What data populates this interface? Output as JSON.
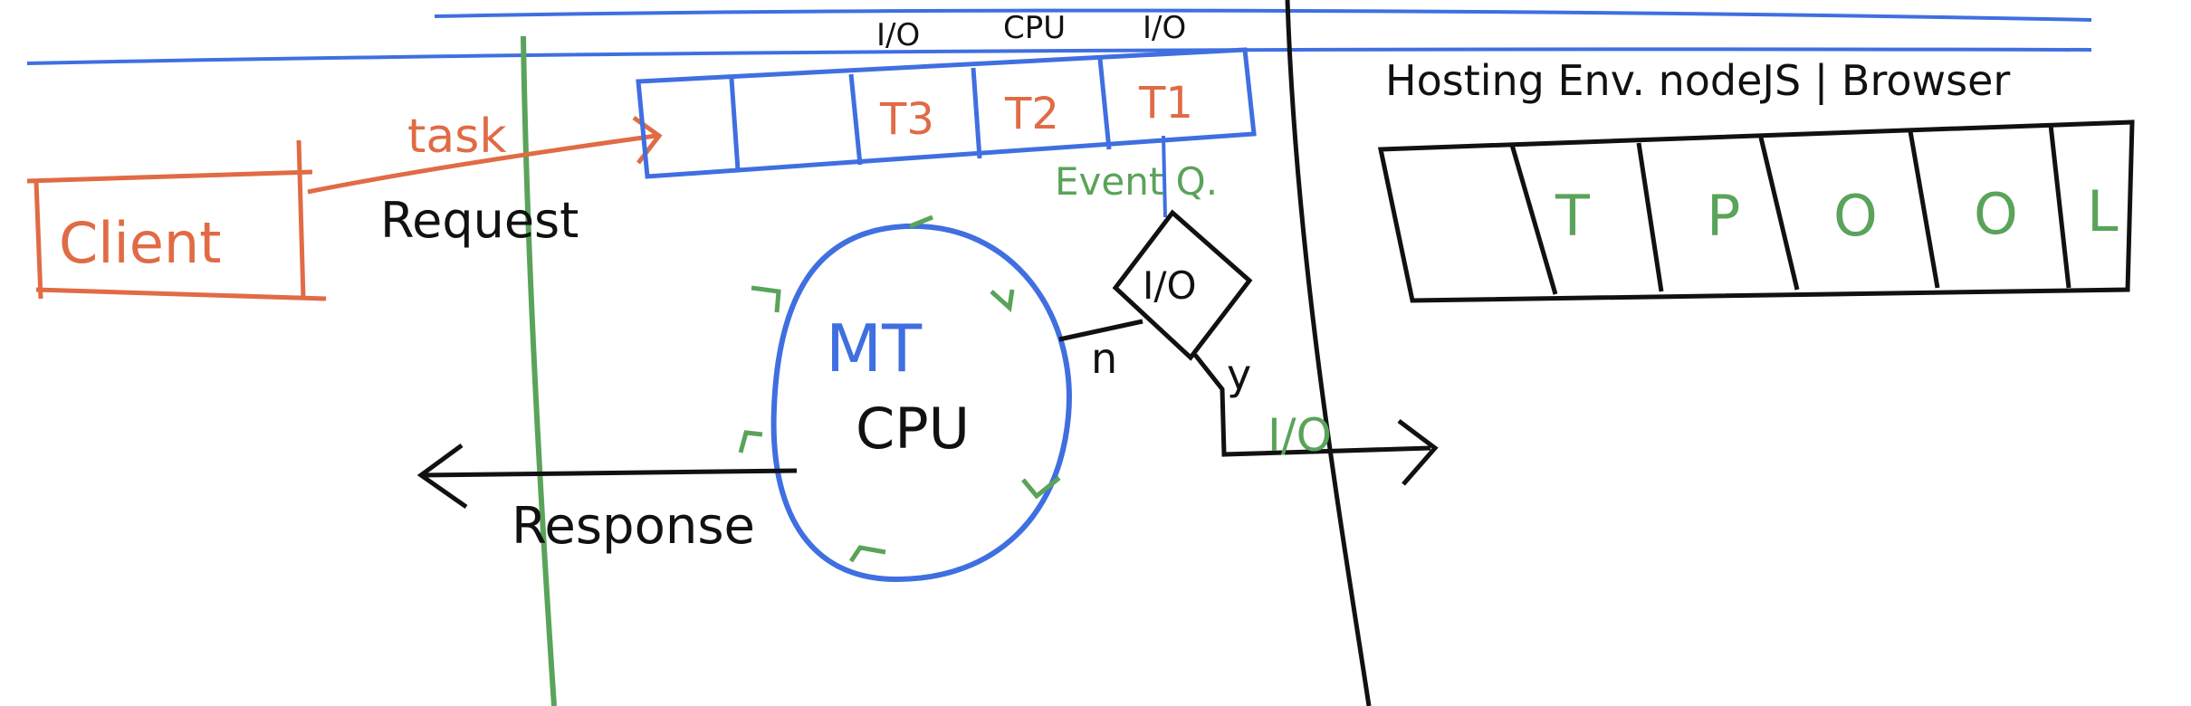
{
  "colors": {
    "client": "#e06b45",
    "queue": "#3f6fe0",
    "event": "#5aa35a",
    "ink": "#111111"
  },
  "client": {
    "label": "Client"
  },
  "arrows": {
    "task": "task",
    "request": "Request",
    "response": "Response",
    "io_out": "I/O"
  },
  "queue": {
    "slots": [
      {
        "label": "",
        "type": ""
      },
      {
        "label": "",
        "type": ""
      },
      {
        "label": "T3",
        "type": "I/O"
      },
      {
        "label": "T2",
        "type": "CPU"
      },
      {
        "label": "T1",
        "type": "I/O"
      }
    ],
    "event_label": "Event Q."
  },
  "thread": {
    "title": "MT",
    "subtitle": "CPU"
  },
  "decision": {
    "label": "I/O",
    "no": "n",
    "yes": "y"
  },
  "hosting": {
    "title": "Hosting Env. nodeJS | Browser",
    "pool": [
      "",
      "T",
      "P",
      "O",
      "O",
      "L"
    ]
  }
}
